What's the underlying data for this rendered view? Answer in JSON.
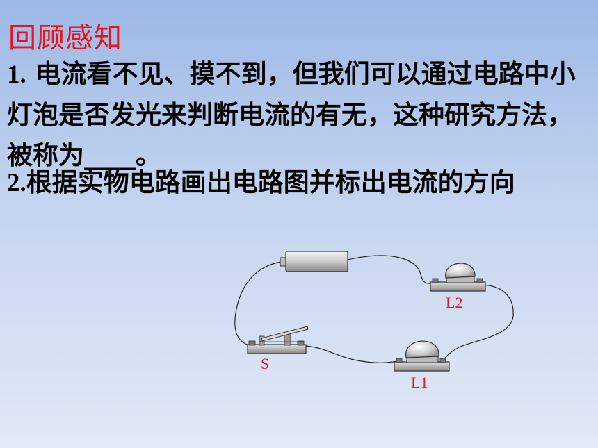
{
  "slide": {
    "title": "回顾感知",
    "q1_num": "1.",
    "q1_text": " 电流看不见、摸不到，但我们可以通过电路中小灯泡是否发光来判断电流的有无，这种研究方法，被称为____。",
    "q2_num": "2.",
    "q2_text": "根据实物电路画出电路图并标出电流的方向"
  },
  "circuit": {
    "lamp2_label": "L2",
    "lamp1_label": "L1",
    "switch_label": "S"
  },
  "colors": {
    "title": "#e8141c",
    "label": "#e8141c"
  }
}
